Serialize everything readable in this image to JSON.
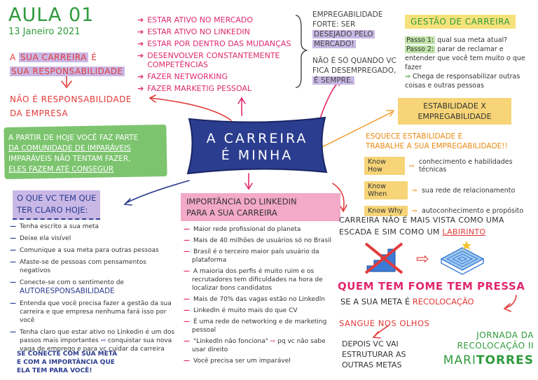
{
  "header": {
    "title": "AULA 01",
    "date": "13 Janeiro 2021"
  },
  "career_resp": {
    "line1_a": "A",
    "line1_b": "SUA CARREIRA",
    "line1_c": "É",
    "line2": "SUA RESPONSABILIDADE",
    "line3": "NÃO É RESPONSABILIDADE",
    "line4": "DA EMPRESA"
  },
  "top_list": [
    "ESTAR ATIVO NO MERCADO",
    "ESTAR ATIVO NO LINKEDIN",
    "ESTAR POR DENTRO DAS MUDANÇAS",
    "DESENVOLVER CONSTANTEMENTE COMPETÊNCIAS",
    "FAZER NETWORKING",
    "FAZER MARKETIG PESSOAL"
  ],
  "empregabilidade": {
    "l1": "EMPREGABILIDADE",
    "l2": "FORTE: SER",
    "l3": "DESEJADO PELO",
    "l4": "MERCADO!",
    "l5": "NÃO É SÓ QUANDO VC",
    "l6": "FICA DESEMPREGADO,",
    "l7": "É SEMPRE."
  },
  "gestao": {
    "title": "GESTÃO DE CARREIRA",
    "p1_tag": "Passo 1:",
    "p1": "qual sua meta atual?",
    "p2_tag": "Passo 2:",
    "p2": "parar de reclamar e entender que você tem muito o que fazer",
    "p3": "Chega de responsabilizar outras coisas e outras pessoas"
  },
  "central": {
    "line1": "A CARREIRA",
    "line2": "É MINHA"
  },
  "green_box": {
    "l1": "A PARTIR DE HOJE VOCÊ FAZ PARTE",
    "l2": "DA COMUNIDADE DE IMPARÁVEIS",
    "l3": "IMPARÁVEIS NÃO TENTAM FAZER,",
    "l4": "ELES FAZEM ATÉ CONSEGUR"
  },
  "estab": {
    "title1": "ESTABILIDADE X",
    "title2": "EMPREGABILIDADE",
    "sub1": "ESQUECE ESTABILIDADE E",
    "sub2": "TRABALHE A SUA EMPREGABILIDADE!!",
    "rows": [
      {
        "tag": "Know How",
        "text": "conhecimento e habilidades técnicas"
      },
      {
        "tag": "Know When",
        "text": "sua rede de relacionamento"
      },
      {
        "tag": "Know Why",
        "text": "autoconhecimento e propósito"
      }
    ]
  },
  "oque": {
    "title1": "O QUE VC TEM QUE",
    "title2": "TER CLARO HOJE:",
    "items": [
      "Tenha escrito a sua meta",
      "Deixe ela visível",
      "Comunique a sua meta para outras pessoas",
      "Afaste-se de pessoas com pensamentos negativos",
      "Conecte-se com o sentimento de",
      "Entenda que você precisa fazer a gestão da sua carreira e que empresa nenhuma fará isso por você",
      "Tenha claro que estar ativo no Linkedin é um dos passos mais importantes",
      "conquistar sua nova vaga de emprego e para vc cuidar da carreira"
    ],
    "auto": "AUTORESPONSABILIDADE",
    "footer1": "SE CONECTE COM SUA META",
    "footer2": "E COM A IMPORTÂNCIA QUE",
    "footer3": "ELA TEM PARA VOCÊ!"
  },
  "linkedin": {
    "title1": "IMPORTÂNCIA DO LINKEDIN",
    "title2": "PARA A SUA CARREIRA",
    "items": [
      "Maior rede profissional do planeta",
      "Mais de 40 milhões de usuários só no Brasil",
      "Brasil é o terceiro maior país usuário da plataforma",
      "A maioria dos perfis é muito ruim e os recrutadores tem dificuldades na hora de localizar bons candidatos",
      "Mais de 70% das vagas estão no Linkedln",
      "LinkedIn é muito mais do que CV",
      "É uma rede de networking e de marketing pessoal",
      "\"Linkedln não fonciona\"",
      "pq vc não sabe usar direito",
      "Você precisa ser um imparável"
    ]
  },
  "labirinto": {
    "l1": "CARREIRA NÃO É MAIS VISTA COMO UMA",
    "l2": "ESCADA E SIM COMO UM",
    "l2b": "LABIRINTO",
    "fome": "QUEM TEM FOME TEM PRESSA",
    "meta_a": "SE A SUA META É",
    "meta_b": "RECOLOCAÇÃO",
    "sangue": "SANGUE NOS OLHOS",
    "depois1": "DEPOIS VC VAI",
    "depois2": "ESTRUTURAR AS",
    "depois3": "OUTRAS METAS"
  },
  "brand": {
    "l1": "JORNADA DA",
    "l2": "RECOLOCAÇÃO II",
    "name_a": "MARI",
    "name_b": "TORRES"
  },
  "colors": {
    "green": "#2e9a3c",
    "pink": "#e0286e",
    "red": "#e23a3a",
    "navy": "#2b3d8f",
    "orange": "#e88a12",
    "purple": "#c9b8e6"
  }
}
